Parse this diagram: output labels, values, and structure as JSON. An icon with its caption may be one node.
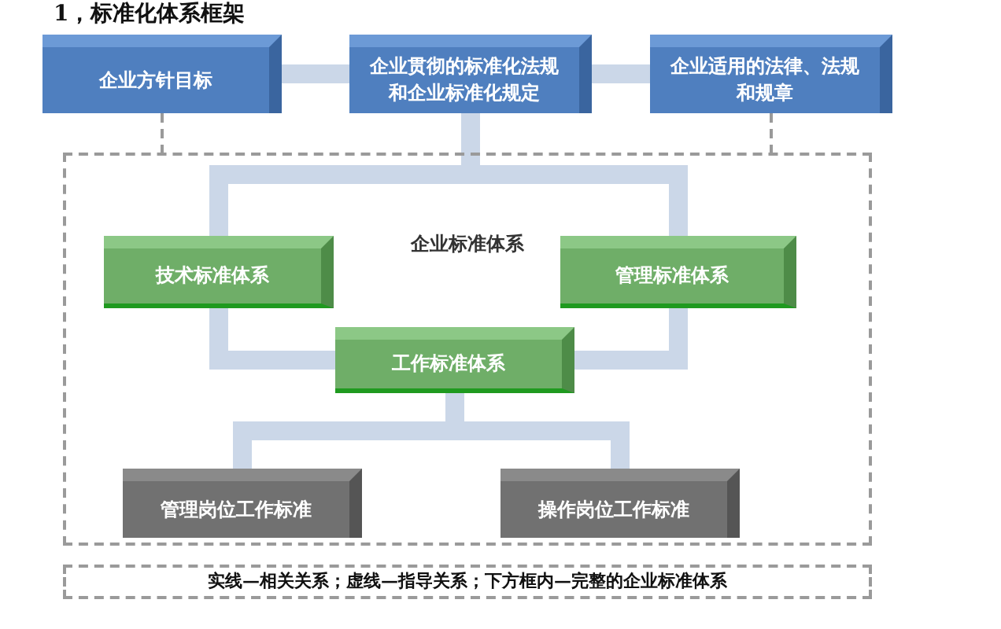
{
  "diagram": {
    "title": "1，标准化体系框架",
    "nodes": [
      {
        "text": [
          "企业方针目标"
        ]
      },
      {
        "text": [
          "企业贯彻的标准化法规和企业标准化规定"
        ]
      },
      {
        "text": [
          "企业适用的法律、法规和规章"
        ]
      },
      {
        "text": [
          "企业标准体系"
        ]
      },
      {
        "text": [
          "技术标准体系"
        ],
        "in": 3
      },
      {
        "text": [
          "管理标准体系"
        ],
        "in": 3
      },
      {
        "text": [
          "工作标准体系"
        ],
        "in": 3
      },
      {
        "text": [
          "管理岗位工作标准"
        ],
        "in": 3
      },
      {
        "text": [
          "操作岗位工作标准"
        ],
        "in": 3
      },
      {
        "text": [
          "实线—相关关系；虚线—指导关系；下方框内—完整的企业标准体系"
        ]
      }
    ],
    "edges": [
      {
        "from": 0,
        "to": 1,
        "arrow": "none"
      },
      {
        "from": 1,
        "to": 2,
        "arrow": "none"
      },
      {
        "from": 1,
        "to": 4,
        "arrow": "to"
      },
      {
        "from": 1,
        "to": 5,
        "arrow": "to"
      },
      {
        "from": 4,
        "to": 6,
        "arrow": "to"
      },
      {
        "from": 5,
        "to": 6,
        "arrow": "to"
      },
      {
        "from": 6,
        "to": 7,
        "arrow": "to"
      },
      {
        "from": 6,
        "to": 8,
        "arrow": "to"
      },
      {
        "from": 0,
        "to": 3,
        "arrow": "none",
        "style": "dashed",
        "color": "#9a9a9a"
      },
      {
        "from": 2,
        "to": 3,
        "arrow": "none",
        "style": "dashed",
        "color": "#9a9a9a"
      }
    ]
  }
}
